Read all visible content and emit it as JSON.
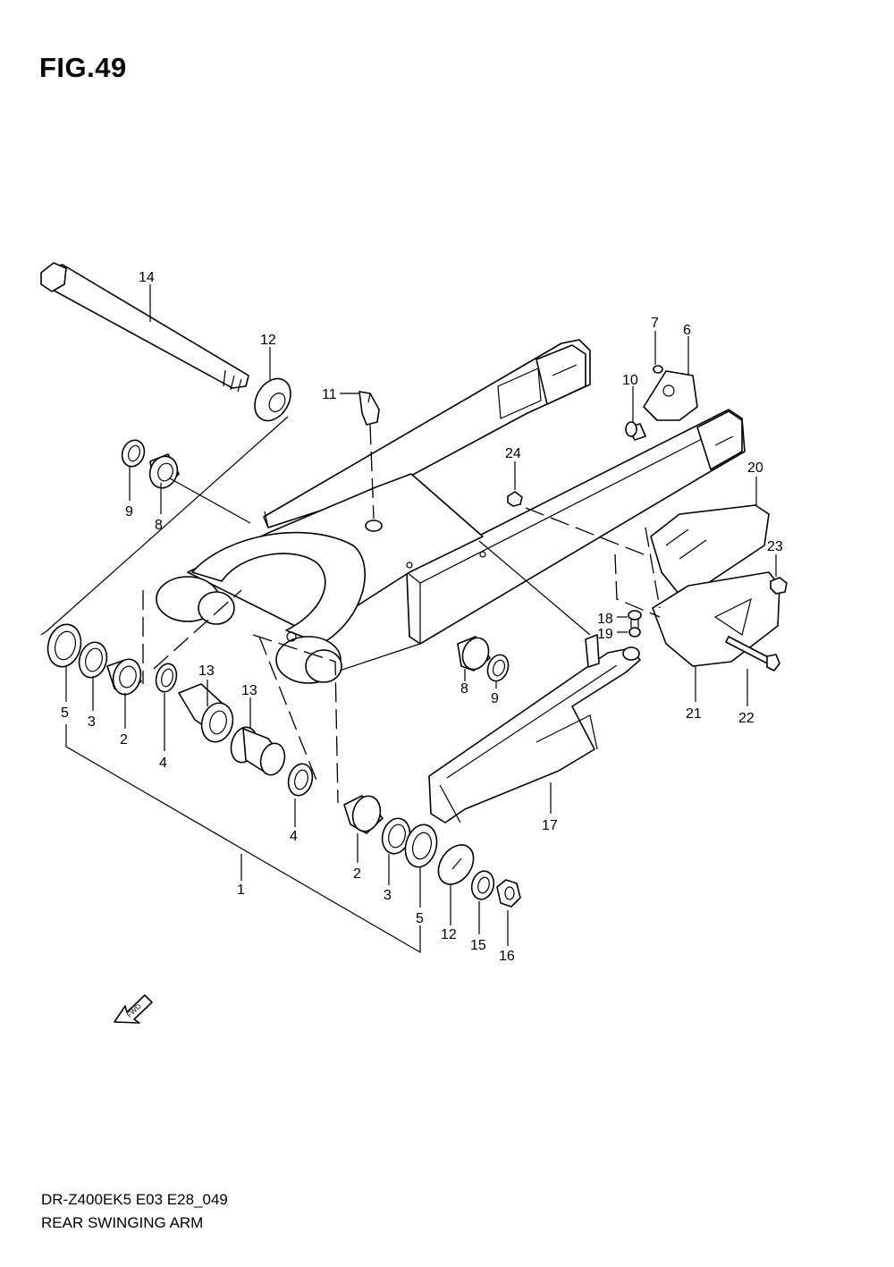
{
  "figure": {
    "title": "FIG.49",
    "model_code": "DR-Z400EK5 E03 E28_049",
    "diagram_name": "REAR SWINGING ARM"
  },
  "fwd_label": "FWD",
  "callouts": {
    "c1": "1",
    "c2a": "2",
    "c2b": "2",
    "c3a": "3",
    "c3b": "3",
    "c4a": "4",
    "c4b": "4",
    "c5a": "5",
    "c5b": "5",
    "c6": "6",
    "c7": "7",
    "c8a": "8",
    "c8b": "8",
    "c9a": "9",
    "c9b": "9",
    "c10": "10",
    "c11": "11",
    "c12a": "12",
    "c12b": "12",
    "c13a": "13",
    "c13b": "13",
    "c14": "14",
    "c15": "15",
    "c16": "16",
    "c17": "17",
    "c18": "18",
    "c19": "19",
    "c20": "20",
    "c21": "21",
    "c22": "22",
    "c23": "23",
    "c24": "24"
  }
}
